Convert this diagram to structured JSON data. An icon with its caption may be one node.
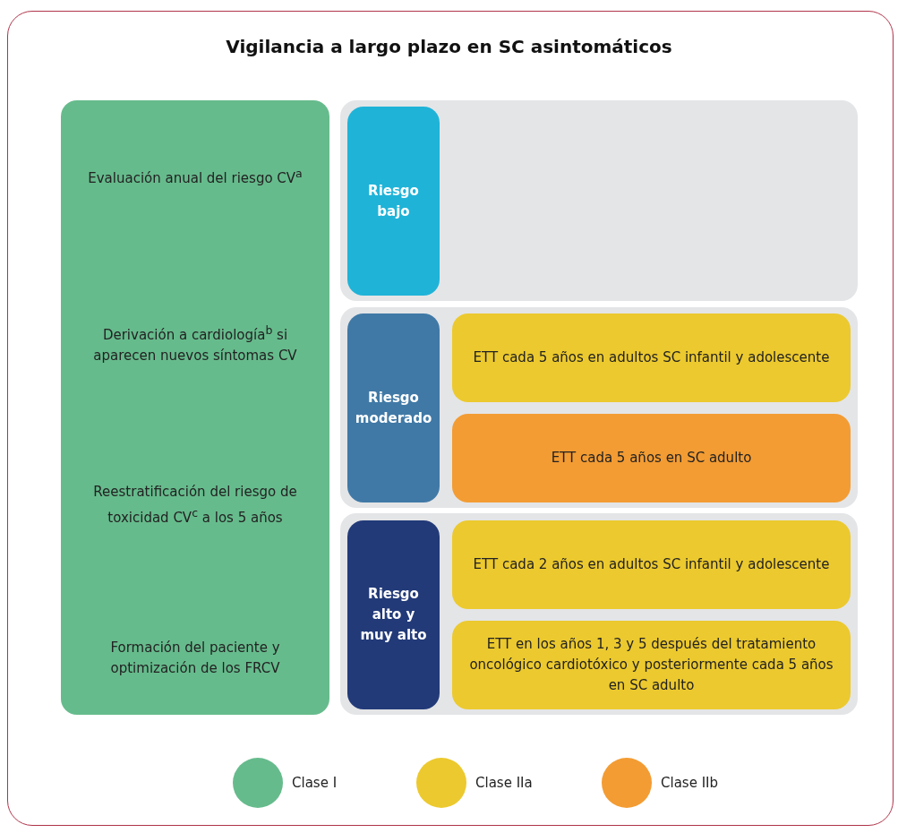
{
  "diagram": {
    "title": "Vigilancia a largo plazo en SC asintomáticos",
    "nodes": [
      {
        "text": [],
        "shape": "box"
      },
      {
        "text": [
          "Riesgo bajo"
        ],
        "in": 0
      },
      {
        "text": [
          "Evaluación anual del riesgo CV$^{a}$",
          "Derivación a cardiología$^{b}$ si aparecen nuevos síntomas CV",
          "Reestratificación del riesgo de toxicidad CV$^{c}$ a los 5 años",
          "Formación del paciente y optimización de los FRCV"
        ]
      },
      {
        "text": [],
        "shape": "box"
      },
      {
        "text": [
          "Riesgo moderado"
        ],
        "in": 3
      },
      {
        "text": [
          "ETT cada 5 años en adultos SC infantil y adolescente"
        ],
        "in": 3
      },
      {
        "text": [
          "ETT cada 5 años en SC adulto"
        ],
        "in": 3
      },
      {
        "text": [],
        "shape": "box"
      },
      {
        "text": [
          "Riesgo alto y muy alto"
        ],
        "in": 7
      },
      {
        "text": [
          "ETT cada 2 años en adultos SC infantil y adolescente"
        ],
        "in": 7
      },
      {
        "text": [
          "ETT en los años 1, 3 y 5 después del tratamiento oncológico cardiotóxico y posteriormente cada 5 años en SC adulto"
        ],
        "in": 7
      }
    ],
    "edges": [],
    "legend": [
      {
        "text": "Clase I",
        "color": "#66bb8c"
      },
      {
        "text": "Clase IIa",
        "color": "#ecc92e"
      },
      {
        "text": "Clase IIb",
        "color": "#f39c33"
      }
    ]
  }
}
